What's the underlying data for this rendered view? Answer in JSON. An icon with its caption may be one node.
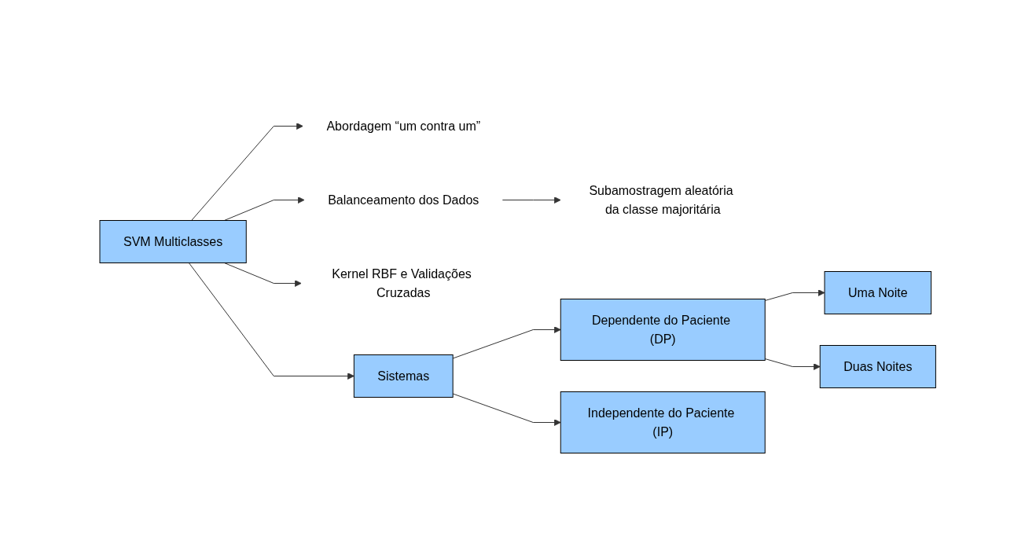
{
  "diagram": {
    "nodes": [
      {
        "text": [
          "SVM Multiclasses"
        ]
      },
      {
        "text": [
          "Abordagem “um contra um”"
        ]
      },
      {
        "text": [
          "Balanceamento dos Dados"
        ]
      },
      {
        "text": [
          "Subamostragem aleatória da classe majoritária"
        ]
      },
      {
        "text": [
          "Kernel RBF e Validações Cruzadas"
        ]
      },
      {
        "text": [
          "Sistemas"
        ]
      },
      {
        "text": [
          "Dependente do Paciente (DP)"
        ]
      },
      {
        "text": [
          "Independente do Paciente (IP)"
        ]
      },
      {
        "text": [
          "Uma Noite"
        ]
      },
      {
        "text": [
          "Duas Noites"
        ]
      }
    ],
    "edges": [
      {
        "from": 0,
        "to": 1,
        "arrow": "to"
      },
      {
        "from": 0,
        "to": 2,
        "arrow": "to"
      },
      {
        "from": 0,
        "to": 4,
        "arrow": "to"
      },
      {
        "from": 2,
        "to": 3,
        "arrow": "to"
      },
      {
        "from": 0,
        "to": 5,
        "arrow": "to"
      },
      {
        "from": 5,
        "to": 6,
        "arrow": "to"
      },
      {
        "from": 5,
        "to": 7,
        "arrow": "to"
      },
      {
        "from": 6,
        "to": 8,
        "arrow": "to"
      },
      {
        "from": 6,
        "to": 9,
        "arrow": "to"
      }
    ]
  }
}
